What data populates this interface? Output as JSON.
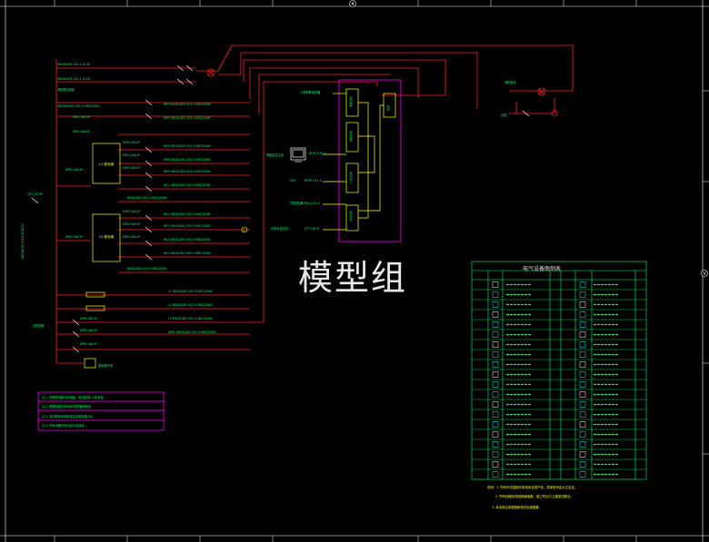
{
  "drawing": {
    "title_text": "模型组",
    "border_marker_top": "4",
    "border_marker_right": "V",
    "legend_title": "电气设备图例表",
    "colors": {
      "background": "#000000",
      "wire_red": "#ff2020",
      "text_green": "#00ff66",
      "magenta": "#ff00ff",
      "yellow": "#ffff00",
      "cyan": "#00ffff",
      "white": "#ffffff"
    }
  }
}
